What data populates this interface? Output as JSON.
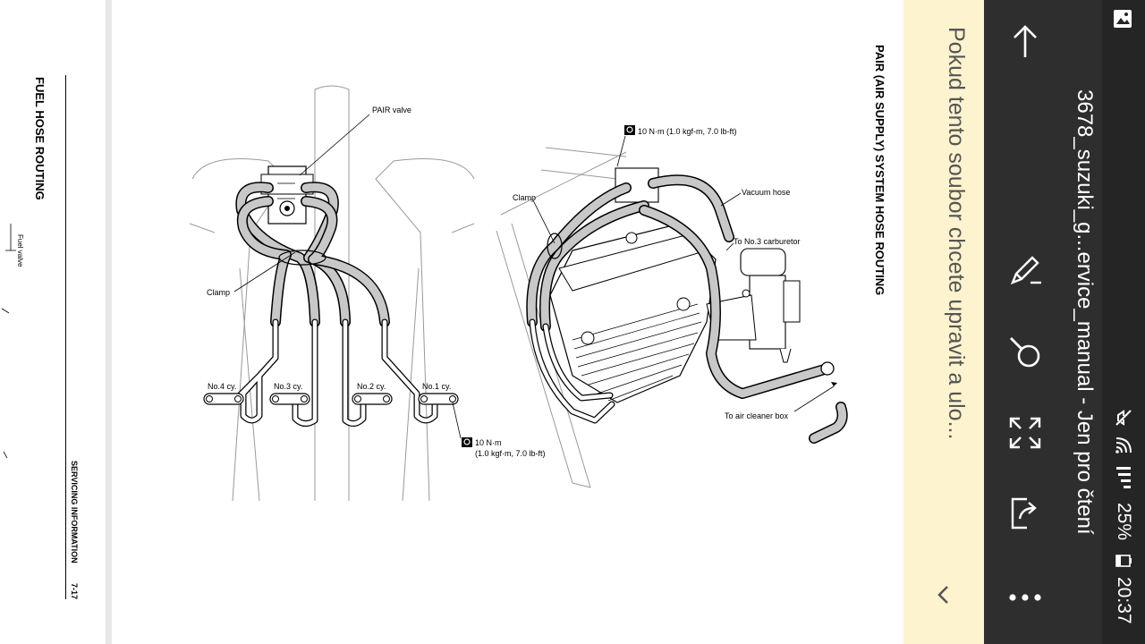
{
  "document": {
    "prev_page": {
      "title": "FUEL HOSE ROUTING",
      "fuel_valve_label": "Fuel valve",
      "footer_section": "SERVICING INFORMATION",
      "footer_page": "7-17"
    },
    "page": {
      "title": "PAIR (AIR SUPPLY) SYSTEM HOSE ROUTING",
      "left_diagram": {
        "pair_valve": "PAIR valve",
        "clamp": "Clamp",
        "cylinders": [
          "No.4  cy.",
          "No.3  cy.",
          "No.2   cy.",
          "No.1   cy."
        ],
        "torque_line1": "10 N·m",
        "torque_line2": "(1.0 kgf·m, 7.0 lb-ft)"
      },
      "right_diagram": {
        "torque": "10 N·m (1.0 kgf-m, 7.0 lb-ft)",
        "clamp": "Clamp",
        "vacuum_hose": "Vacuum hose",
        "carburetor": "To No.3 carburetor",
        "air_cleaner": "To air cleaner box"
      }
    }
  },
  "banner": {
    "text": "Pokud tento soubor chcete upravit a ulo..."
  },
  "toolbar": {
    "title": "3678_suzuki_g...ervice_manual - Jen pro čtení",
    "icons": [
      "arrow-up-icon",
      "edit-icon",
      "search-icon",
      "fullscreen-icon",
      "share-icon",
      "more-icon"
    ]
  },
  "status": {
    "battery": "25%",
    "time": "20:37"
  },
  "colors": {
    "banner_bg": "#fdf3cf",
    "toolbar_bg": "#2e2e2e",
    "statusbar_bg": "#252525",
    "icon": "#ffffff"
  }
}
